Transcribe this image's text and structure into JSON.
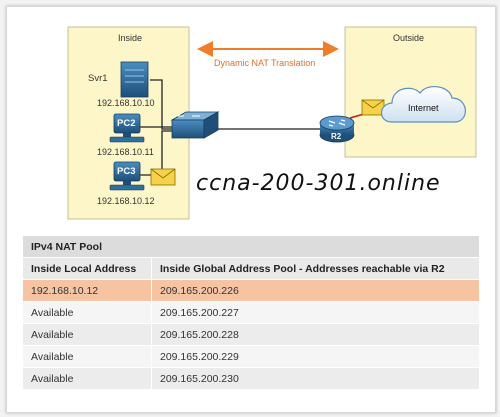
{
  "diagram": {
    "inside_label": "Inside",
    "outside_label": "Outside",
    "translation_label": "Dynamic NAT Translation",
    "svr1_label": "Svr1",
    "svr1_ip": "192.168.10.10",
    "pc2_label": "PC2",
    "pc2_ip": "192.168.10.11",
    "pc3_label": "PC3",
    "pc3_ip": "192.168.10.12",
    "router_label": "R2",
    "internet_label": "Internet",
    "watermark": "ccna-200-301.online",
    "colors": {
      "zone_fill": "#fdf6c8",
      "arrow": "#f07d2a",
      "device_blue": "#2f6f9f"
    }
  },
  "table": {
    "title": "IPv4 NAT Pool",
    "headers": [
      "Inside Local Address",
      "Inside Global Address Pool - Addresses reachable via R2"
    ],
    "rows": [
      {
        "local": "192.168.10.12",
        "global": "209.165.200.226",
        "highlight": true
      },
      {
        "local": "Available",
        "global": "209.165.200.227",
        "highlight": false
      },
      {
        "local": "Available",
        "global": "209.165.200.228",
        "highlight": false
      },
      {
        "local": "Available",
        "global": "209.165.200.229",
        "highlight": false
      },
      {
        "local": "Available",
        "global": "209.165.200.230",
        "highlight": false
      }
    ],
    "colors": {
      "highlight_row": "#f6c3a3"
    }
  }
}
